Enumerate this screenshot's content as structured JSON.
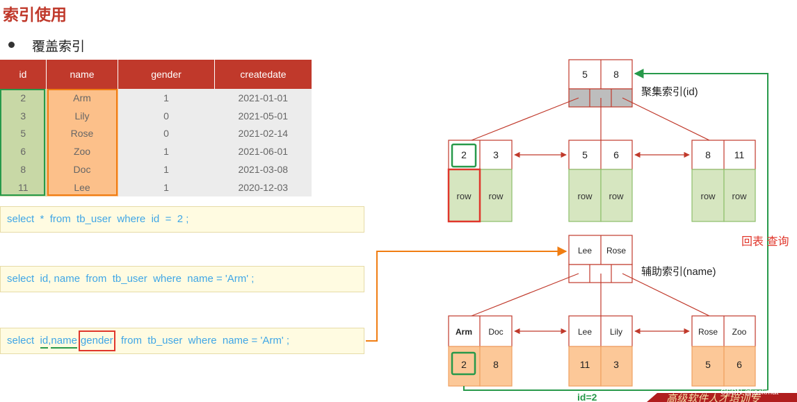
{
  "title": "索引使用",
  "bullet": "覆盖索引",
  "table": {
    "headers": [
      "id",
      "name",
      "gender",
      "createdate"
    ],
    "rows": [
      [
        "2",
        "Arm",
        "1",
        "2021-01-01"
      ],
      [
        "3",
        "Lily",
        "0",
        "2021-05-01"
      ],
      [
        "5",
        "Rose",
        "0",
        "2021-02-14"
      ],
      [
        "6",
        "Zoo",
        "1",
        "2021-06-01"
      ],
      [
        "8",
        "Doc",
        "1",
        "2021-03-08"
      ],
      [
        "11",
        "Lee",
        "1",
        "2020-12-03"
      ]
    ]
  },
  "sql": {
    "q1": "select  *  from  tb_user  where  id  =  2 ;",
    "q2": "select  id, name  from  tb_user  where  name = 'Arm' ;",
    "q3_prefix": "select  ",
    "q3_id": "id",
    "q3_comma": ",",
    "q3_name": "name",
    "q3_gender": "gender",
    "q3_suffix": "  from  tb_user  where  name = 'Arm' ;"
  },
  "clustered": {
    "label": "聚集索引(id)",
    "root": [
      "5",
      "8"
    ],
    "leaves": [
      [
        "2",
        "3"
      ],
      [
        "5",
        "6"
      ],
      [
        "8",
        "11"
      ]
    ],
    "row_label": "row"
  },
  "secondary": {
    "label": "辅助索引(name)",
    "root": [
      "Lee",
      "Rose"
    ],
    "leaves": [
      [
        "Arm",
        "Doc"
      ],
      [
        "Lee",
        "Lily"
      ],
      [
        "Rose",
        "Zoo"
      ]
    ],
    "values": [
      [
        "2",
        "8"
      ],
      [
        "11",
        "3"
      ],
      [
        "5",
        "6"
      ]
    ]
  },
  "annotations": {
    "lookup": "回表 查询",
    "id_eq": "id=2",
    "watermark": "CSDN @jackmat",
    "banner": "高级软件人才培训专"
  },
  "colors": {
    "red": "#c0392b",
    "green": "#27994a",
    "orange": "#f07d12",
    "row_green": "#d6e6c0",
    "row_orange": "#fcc898"
  }
}
